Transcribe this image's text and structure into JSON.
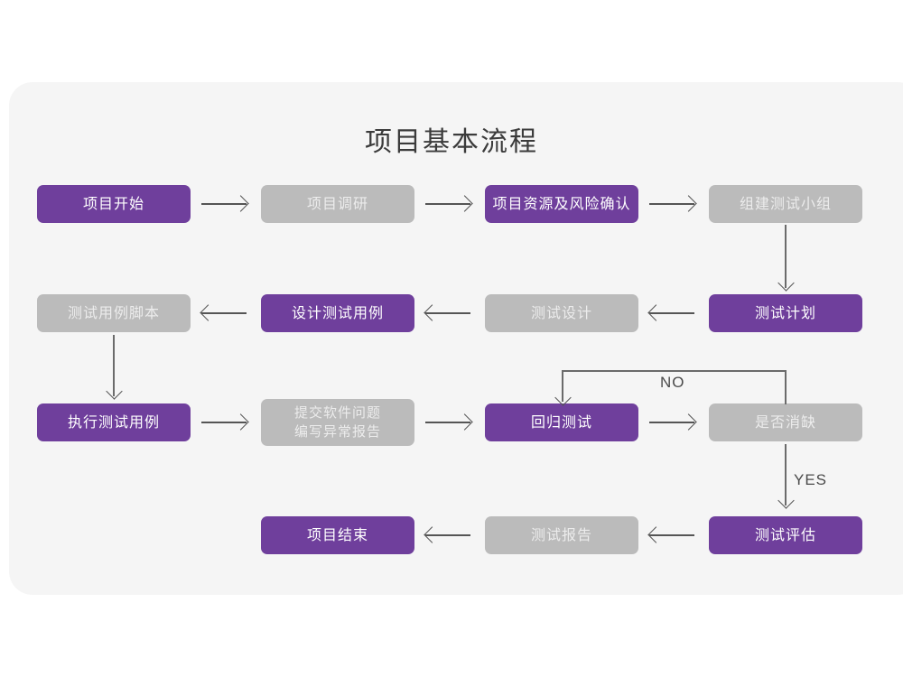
{
  "title": "项目基本流程",
  "colors": {
    "page_background": "#ffffff",
    "card_background": "#f5f5f5",
    "node_purple": "#6f3f9c",
    "node_gray": "#bbbbbb",
    "purple_text": "#ffffff",
    "gray_text": "#ececec",
    "connector": "#555555",
    "title_text": "#3b3b3b"
  },
  "nodes": {
    "n01": {
      "label": "项目开始",
      "style": "purple"
    },
    "n02": {
      "label": "项目调研",
      "style": "gray"
    },
    "n03": {
      "label": "项目资源及风险确认",
      "style": "purple"
    },
    "n04": {
      "label": "组建测试小组",
      "style": "gray"
    },
    "n05": {
      "label": "测试计划",
      "style": "purple"
    },
    "n06": {
      "label": "测试设计",
      "style": "gray"
    },
    "n07": {
      "label": "设计测试用例",
      "style": "purple"
    },
    "n08": {
      "label": "测试用例脚本",
      "style": "gray"
    },
    "n09": {
      "label": "执行测试用例",
      "style": "purple"
    },
    "n10": {
      "label": "提交软件问题\n编写异常报告",
      "style": "gray"
    },
    "n11": {
      "label": "回归测试",
      "style": "purple"
    },
    "n12": {
      "label": "是否消缺",
      "style": "gray"
    },
    "n13": {
      "label": "测试评估",
      "style": "purple"
    },
    "n14": {
      "label": "测试报告",
      "style": "gray"
    },
    "n15": {
      "label": "项目结束",
      "style": "purple"
    }
  },
  "edge_labels": {
    "no": "NO",
    "yes": "YES"
  },
  "flow_sequence": [
    "项目开始",
    "项目调研",
    "项目资源及风险确认",
    "组建测试小组",
    "测试计划",
    "测试设计",
    "设计测试用例",
    "测试用例脚本",
    "执行测试用例",
    "提交软件问题编写异常报告",
    "回归测试",
    "是否消缺",
    "测试评估",
    "测试报告",
    "项目结束"
  ]
}
